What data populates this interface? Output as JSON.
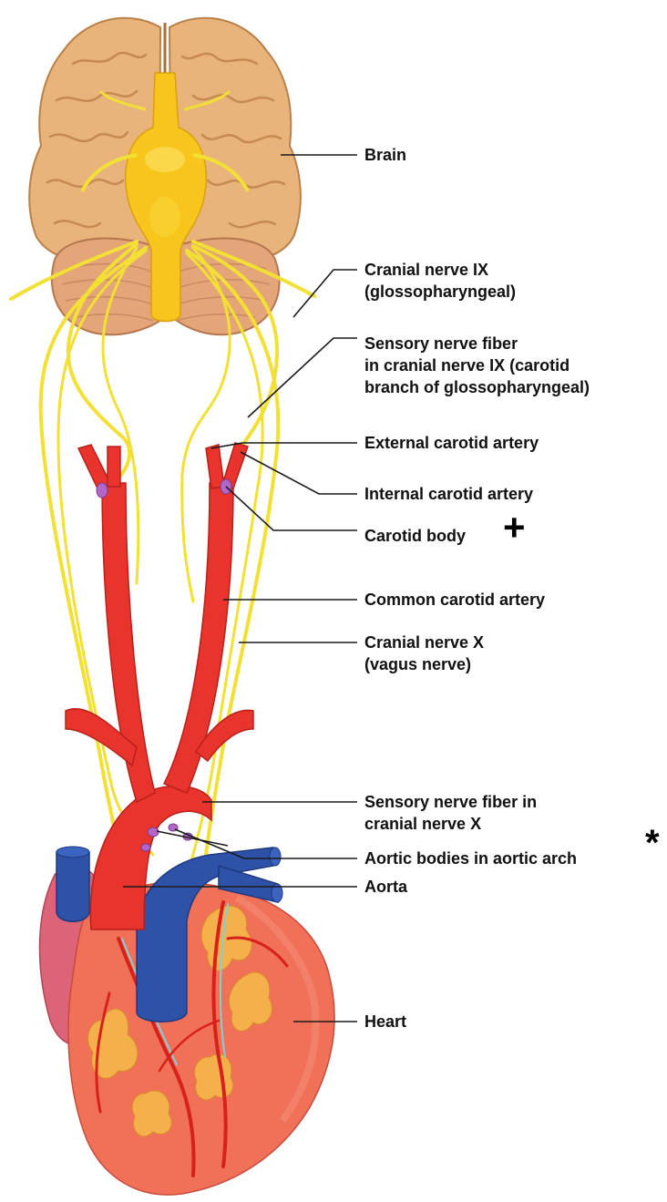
{
  "colors": {
    "brain": "#e9b47c",
    "cerebellum": "#e4a578",
    "nerve": "#f2e034",
    "brainstem": "#f7c51c",
    "artery": "#e8342c",
    "vein": "#2e52a8",
    "heart": "#f07058",
    "fat": "#f4b04a",
    "body": "#b267c8",
    "leader": "#1a1a1a"
  },
  "labels": {
    "brain": [
      "Brain"
    ],
    "cn9": [
      "Cranial nerve IX",
      "(glossopharyngeal)"
    ],
    "sensory9": [
      "Sensory nerve fiber",
      "in cranial nerve IX (carotid",
      "branch of glossopharyngeal)"
    ],
    "ext_carotid": [
      "External carotid artery"
    ],
    "int_carotid": [
      "Internal carotid artery"
    ],
    "carotid_body": [
      "Carotid body"
    ],
    "common_carotid": [
      "Common carotid artery"
    ],
    "cn10": [
      "Cranial nerve X",
      "(vagus nerve)"
    ],
    "sensory10": [
      "Sensory nerve fiber in",
      "cranial nerve X"
    ],
    "aortic_bodies": [
      "Aortic bodies in aortic arch"
    ],
    "aorta": [
      "Aorta"
    ],
    "heart": [
      "Heart"
    ]
  },
  "marks": {
    "plus": "+",
    "star": "*"
  }
}
